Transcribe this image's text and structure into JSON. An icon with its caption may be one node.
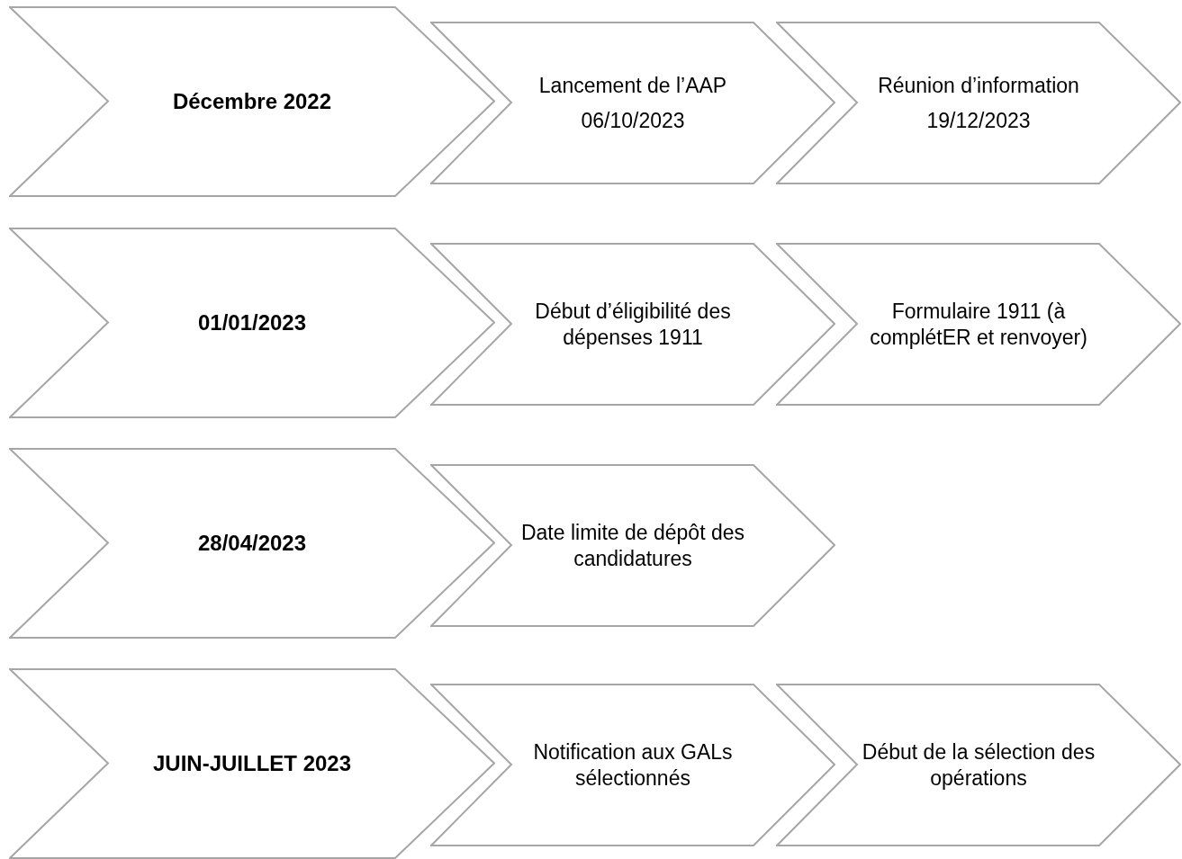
{
  "diagram": {
    "nodes": [
      {
        "text": [
          "Décembre 2022"
        ]
      },
      {
        "text": [
          "Lancement de l’AAP",
          "06/10/2023"
        ]
      },
      {
        "text": [
          "Réunion d’information",
          "19/12/2023"
        ]
      },
      {
        "text": [
          "01/01/2023"
        ]
      },
      {
        "text": [
          "Début d’éligibilité des dépenses 1911"
        ]
      },
      {
        "text": [
          "Formulaire 1911 (à complétER et renvoyer)"
        ]
      },
      {
        "text": [
          "28/04/2023"
        ]
      },
      {
        "text": [
          "Date limite de dépôt des candidatures"
        ]
      },
      {
        "text": [
          "JUIN-JUILLET 2023"
        ]
      },
      {
        "text": [
          "Notification aux GALs sélectionnés"
        ]
      },
      {
        "text": [
          "Début de la sélection des opérations"
        ]
      }
    ]
  }
}
